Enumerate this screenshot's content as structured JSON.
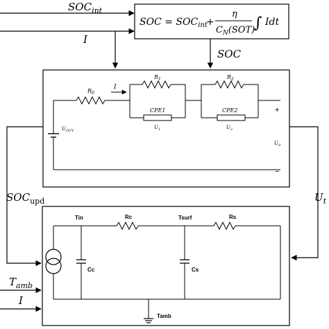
{
  "inputs": {
    "soc_int_base": "SOC",
    "soc_int_sub": "int",
    "current": "I"
  },
  "formula": {
    "lhs": "SOC = SOC",
    "lhs_sub": "int",
    "plus": "+",
    "numerator": "η",
    "denominator": "C",
    "denominator_sub": "N",
    "denominator_arg": "(SOT)",
    "integral": "∫",
    "integrand": "Idt"
  },
  "soc_out": "SOC",
  "electrical": {
    "r0": "R",
    "r0_sub": "0",
    "i": "I",
    "r1": "R",
    "r1_sub": "1",
    "r2": "R",
    "r2_sub": "2",
    "cpe1": "CPE1",
    "cpe2": "CPE2",
    "u1": "U",
    "u1_sub": "1",
    "u2": "U",
    "u2_sub": "2",
    "uocv": "U",
    "uocv_sub": "OCV",
    "u0": "U",
    "u0_sub": "0",
    "plus": "+",
    "minus": "−"
  },
  "soc_upd": {
    "base": "SOC",
    "sub": "upd"
  },
  "ut": {
    "base": "U",
    "sub": "t"
  },
  "thermal": {
    "tin": "Tin",
    "rc": "Rc",
    "tsurf": "Tsurf",
    "rs": "Rs",
    "cc": "Cc",
    "cs": "Cs",
    "tamb": "Tamb"
  },
  "t_amb": {
    "base": "T",
    "sub": "amb"
  },
  "i_thermal": "I"
}
